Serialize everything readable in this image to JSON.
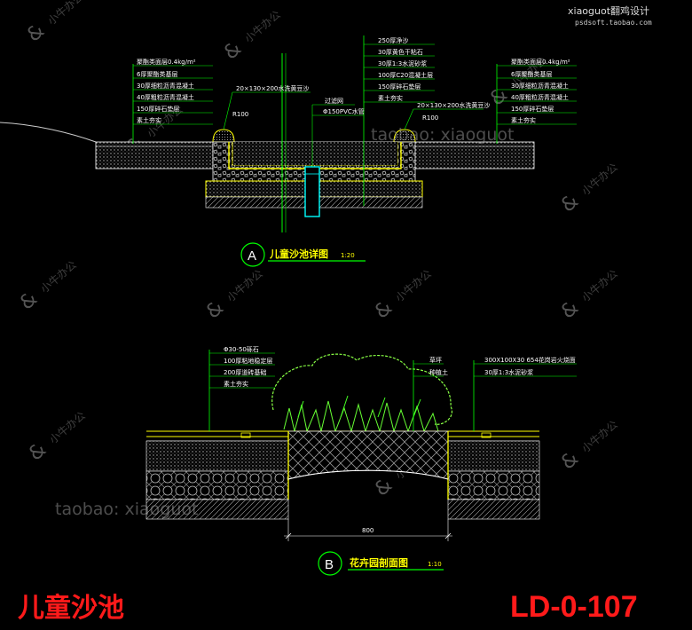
{
  "branding": {
    "top_right": "xiaoguot翻鸡设计",
    "top_right_url": "psdsoft.taobao.com",
    "watermark_text": "taobao: xiaoguot",
    "logo_text": "小牛办公"
  },
  "detail_a": {
    "marker": "A",
    "title": "儿童沙池详图",
    "scale": "1:20",
    "left_labels": [
      "聚酯类面层0.4kg/m²",
      "6厚聚酯类基层",
      "30厚细粒沥青混凝土",
      "40厚粗粒沥青混凝土",
      "150厚碎石垫层",
      "素土夯实"
    ],
    "center_labels": [
      "250厚净沙",
      "30厚黄色干粘石",
      "30厚1:3水泥砂浆",
      "100厚C20混凝土层",
      "150厚碎石垫层",
      "素土夯实"
    ],
    "right_labels": [
      "聚酯类面层0.4kg/m²",
      "6厚聚酯类基层",
      "30厚细粒沥青混凝土",
      "40厚粗粒沥青混凝土",
      "150厚碎石垫层",
      "素土夯实"
    ],
    "edge_left": "20×130×200水洗黄豆沙",
    "edge_right": "20×130×200水洗黄豆沙",
    "radius_left": "R100",
    "radius_right": "R100",
    "filter_label": "过滤网",
    "pipe_label": "Φ150PVC水管"
  },
  "detail_b": {
    "marker": "B",
    "title": "花卉园剖面图",
    "scale": "1:10",
    "left_labels": [
      "Φ30-50砾石",
      "100厚粘地稳定层",
      "200厚道砖基础",
      "素土夯实"
    ],
    "center_labels": [
      "草坪",
      "种植土"
    ],
    "right_labels": [
      "300X100X30 654花岗岩火烧面",
      "30厚1:3水泥砂浆"
    ],
    "dimension": "800"
  },
  "footer": {
    "title": "儿童沙池",
    "code": "LD-0-107"
  },
  "colors": {
    "background": "#000000",
    "leader": "#00ff00",
    "layer": "#ffff00",
    "footer": "#ff1a1a",
    "pipe": "#00ffff"
  }
}
